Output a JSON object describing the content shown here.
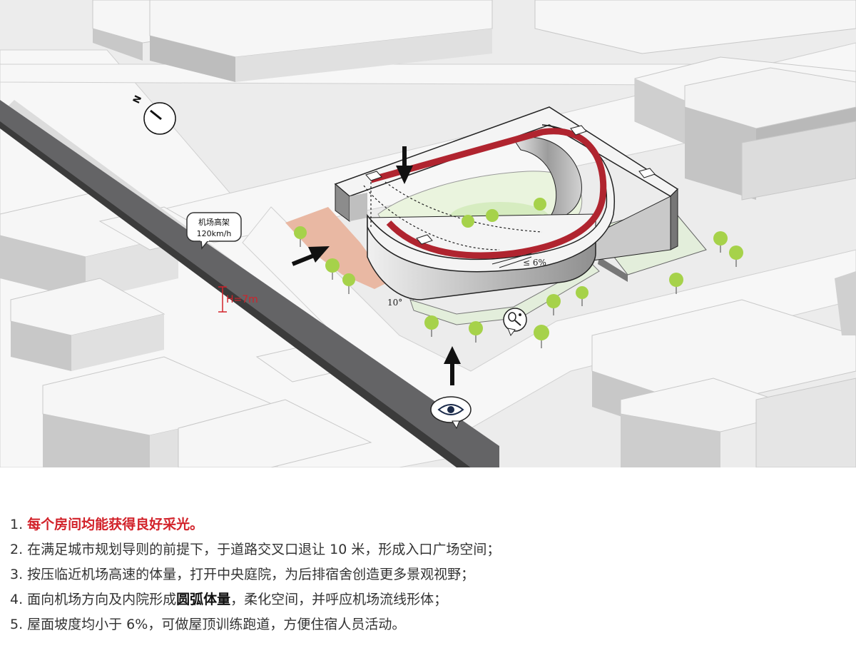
{
  "map": {
    "north": "N",
    "road_label_line1": "机场高架",
    "road_label_line2": "120km/h",
    "height_label": "H=7m",
    "setback_label": "10°",
    "slope_label": "≤ 6%",
    "icons": [
      "eye-icon",
      "tennis-racket-icon",
      "north-arrow-icon"
    ],
    "colors": {
      "track": "#b0242f",
      "plaza": "#e9b8a3",
      "greenery": "#a6d24a",
      "road": "#606062",
      "courtyard": "#eaf4de"
    }
  },
  "notes": [
    {
      "num": "1.",
      "text": "",
      "bold": "每个房间均能获得良好采光。",
      "after": ""
    },
    {
      "num": "2.",
      "text": "在满足城市规划导则的前提下，于道路交叉口退让 10 米，形成入口广场空间；",
      "bold": "",
      "after": ""
    },
    {
      "num": "3.",
      "text": "按压临近机场高速的体量，打开中央庭院，为后排宿舍创造更多景观视野；",
      "bold": "",
      "after": ""
    },
    {
      "num": "4.",
      "text": "面向机场方向及内院形成",
      "bold": "圆弧体量",
      "after": "，柔化空间，并呼应机场流线形体；"
    },
    {
      "num": "5.",
      "text": "屋面坡度均小于 6%，可做屋顶训练跑道，方便住宿人员活动。",
      "bold": "",
      "after": ""
    }
  ]
}
